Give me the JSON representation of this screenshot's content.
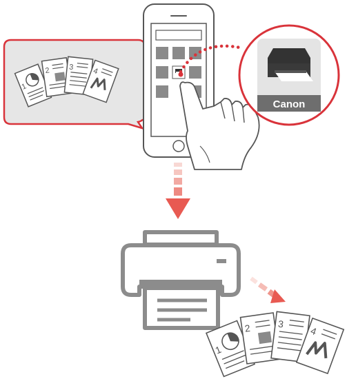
{
  "app_icon": {
    "brand_text": "Canon",
    "icon_name": "canon-print-app-printer-icon"
  },
  "documents_top": {
    "page_numbers": [
      "1",
      "2",
      "3",
      "4"
    ]
  },
  "documents_bottom": {
    "page_numbers": [
      "1",
      "2",
      "3",
      "4"
    ]
  },
  "colors": {
    "accent_red": "#d9333a",
    "arrow_red": "#e85a52",
    "line_gray": "#555555",
    "panel_gray": "#e6e6e6",
    "tile_gray": "#8a8a8a",
    "printer_gray": "#8c8c8c"
  },
  "icons": [
    "smartphone-icon",
    "hand-pointer-icon",
    "app-icon-callout",
    "print-flow-arrow-icon",
    "printer-icon",
    "printed-documents-icon",
    "document-thumbnails-panel"
  ]
}
